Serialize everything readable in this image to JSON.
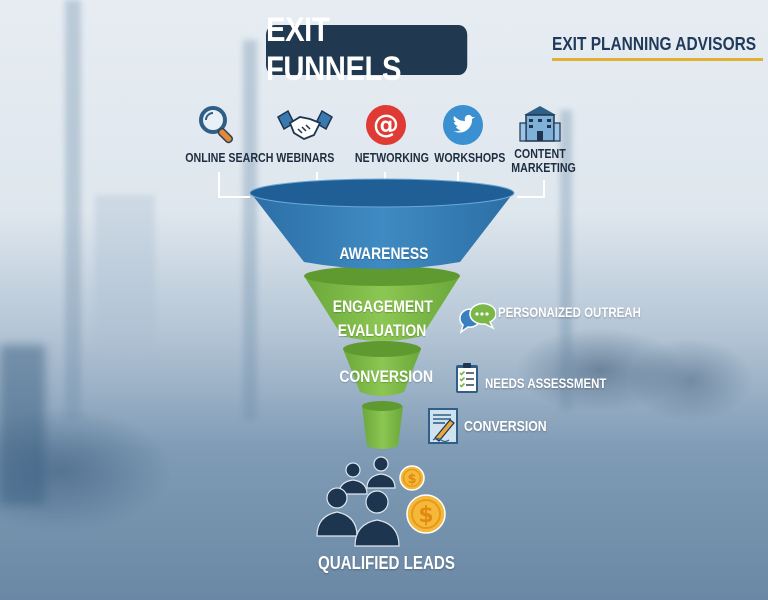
{
  "header": {
    "title": "EXIT FUNNELS",
    "brand": "EXIT PLANNING ADVISORS",
    "brand_underline_color": "#e0b030",
    "title_bg_color": "#203850"
  },
  "sources": [
    {
      "label": "ONLINE SEARCH",
      "icon": "magnifier-icon"
    },
    {
      "label": "WEBINARS",
      "icon": "handshake-icon"
    },
    {
      "label": "NETWORKING",
      "icon": "at-sign-icon"
    },
    {
      "label": "WORKSHOPS",
      "icon": "twitter-bird-icon"
    },
    {
      "label_line1": "CONTENT",
      "label_line2": "MARKETING",
      "icon": "building-icon"
    }
  ],
  "funnel": {
    "colors": {
      "top": "#3a80b8",
      "top_rim": "#1f5f95",
      "green": "#7ab648",
      "green_rim": "#4f8a2a"
    },
    "stages": [
      {
        "label": "AWARENESS"
      },
      {
        "label_line1": "ENGAGEMENT",
        "label_line2": "EVALUATION"
      },
      {
        "label": "CONVERSION"
      },
      {
        "label": ""
      }
    ]
  },
  "side_items": [
    {
      "label": "PERSONAIZED OUTREAH",
      "icon": "chat-bubbles-icon"
    },
    {
      "label": "NEEDS ASSESSMENT",
      "icon": "clipboard-checklist-icon"
    },
    {
      "label": "CONVERSION",
      "icon": "contract-pen-icon"
    }
  ],
  "output": {
    "label": "QUALIFIED LEADS",
    "icons": [
      "business-people-icon",
      "dollar-coin-icon"
    ]
  }
}
